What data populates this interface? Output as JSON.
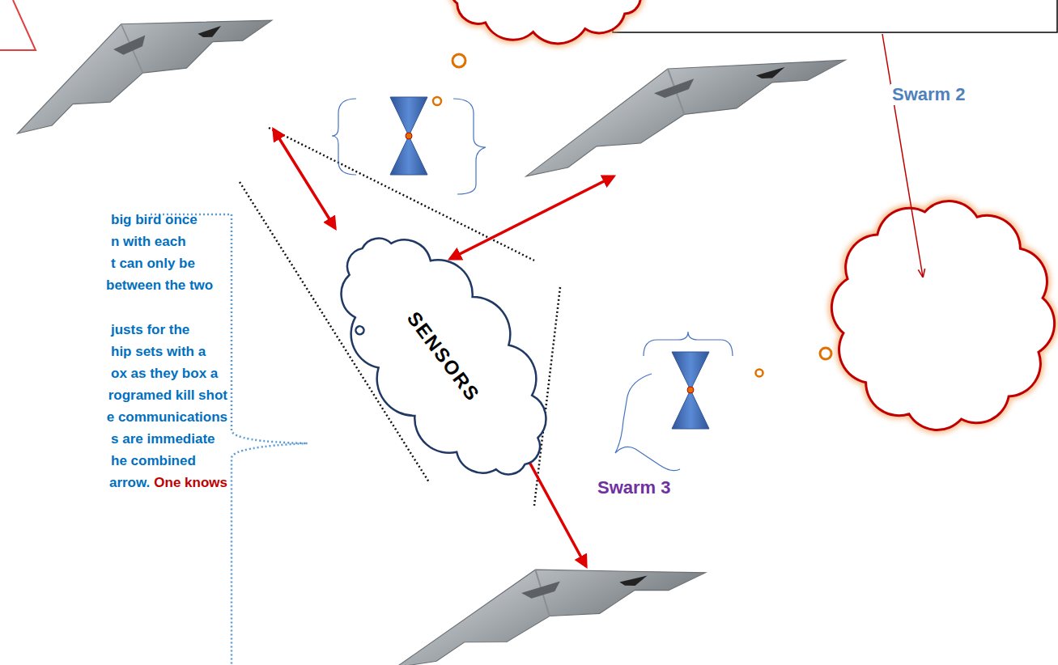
{
  "diagram": {
    "nodes": [
      {
        "text": [
          "SENSORS"
        ]
      }
    ],
    "edges": [],
    "labels": [
      "big bird once",
      "n with each",
      "t can only be",
      "between the two",
      "justs for the",
      "hip sets with a",
      "ox as they box a",
      "rogramed kill shot",
      "e communications",
      "s are immediate",
      "he combined",
      "arrow.",
      "One knows",
      "Swarm 2",
      "Swarm 3"
    ]
  }
}
